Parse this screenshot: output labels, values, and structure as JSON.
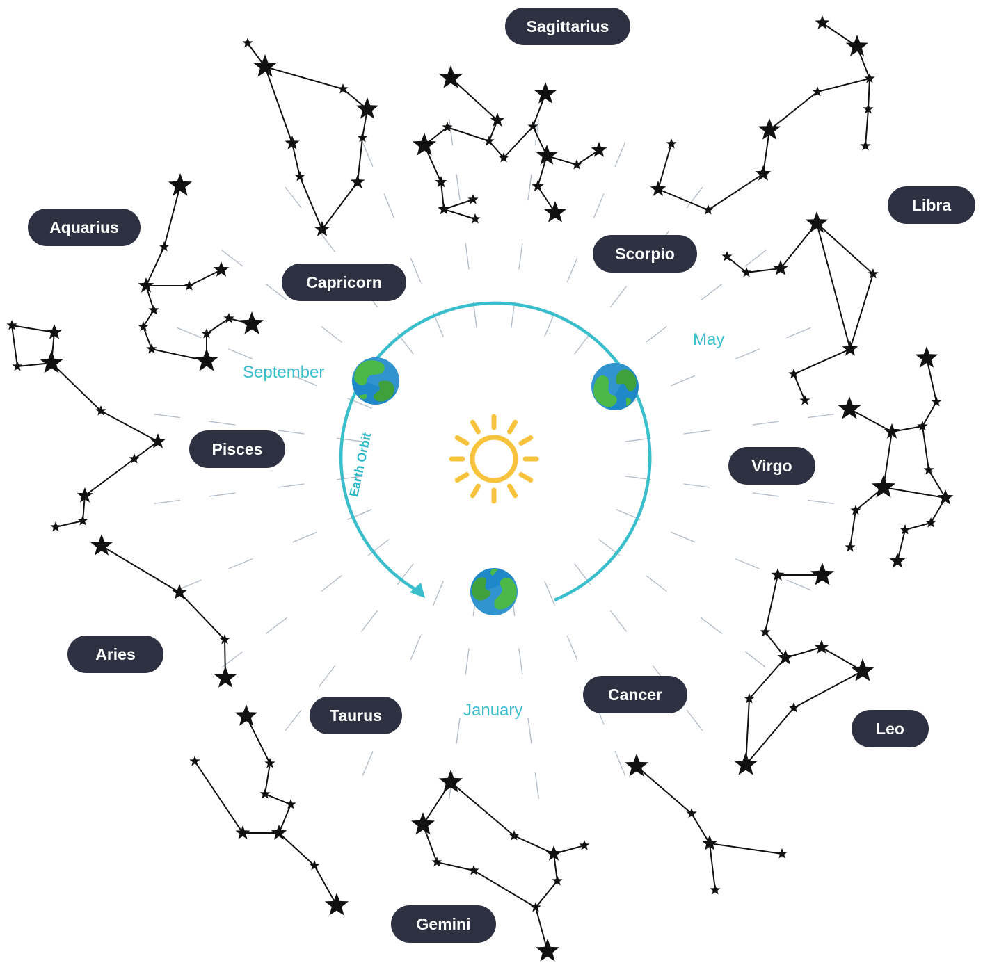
{
  "constellations": [
    {
      "name": "Sagittarius",
      "label": "Sagittarius"
    },
    {
      "name": "Libra",
      "label": "Libra"
    },
    {
      "name": "Aquarius",
      "label": "Aquarius"
    },
    {
      "name": "Scorpio",
      "label": "Scorpio"
    },
    {
      "name": "Capricorn",
      "label": "Capricorn"
    },
    {
      "name": "Virgo",
      "label": "Virgo"
    },
    {
      "name": "Pisces",
      "label": "Pisces"
    },
    {
      "name": "Aries",
      "label": "Aries"
    },
    {
      "name": "Cancer",
      "label": "Cancer"
    },
    {
      "name": "Taurus",
      "label": "Taurus"
    },
    {
      "name": "Leo",
      "label": "Leo"
    },
    {
      "name": "Gemini",
      "label": "Gemini"
    }
  ],
  "months": {
    "september": "September",
    "may": "May",
    "january": "January"
  },
  "orbit_label": "Earth Orbit",
  "colors": {
    "pill": "#2d3142",
    "orbit": "#3bbecb",
    "sun": "#f8c33c",
    "stars": "#000000",
    "earth_ocean": "#1e88c8",
    "earth_land": "#4cb848"
  },
  "icons": [
    "sun-icon",
    "earth-icon",
    "star-icon"
  ]
}
